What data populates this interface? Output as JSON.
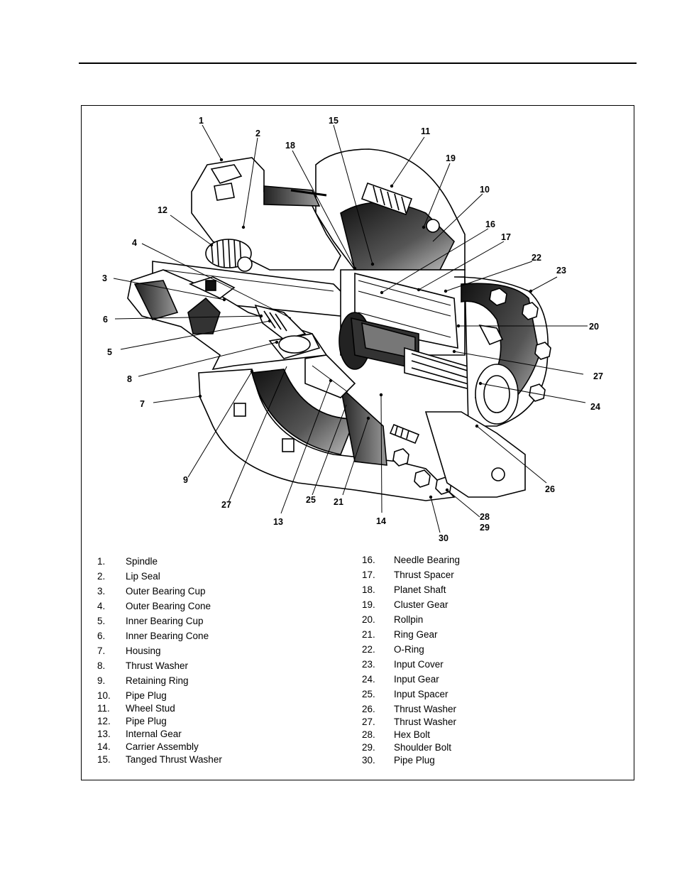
{
  "figure": {
    "callouts": [
      {
        "id": "c1",
        "text": "1"
      },
      {
        "id": "c2",
        "text": "2"
      },
      {
        "id": "c3",
        "text": "3"
      },
      {
        "id": "c4",
        "text": "4"
      },
      {
        "id": "c5",
        "text": "5"
      },
      {
        "id": "c6",
        "text": "6"
      },
      {
        "id": "c7",
        "text": "7"
      },
      {
        "id": "c8",
        "text": "8"
      },
      {
        "id": "c9",
        "text": "9"
      },
      {
        "id": "c10",
        "text": "10"
      },
      {
        "id": "c11",
        "text": "11"
      },
      {
        "id": "c12",
        "text": "12"
      },
      {
        "id": "c13",
        "text": "13"
      },
      {
        "id": "c14",
        "text": "14"
      },
      {
        "id": "c15",
        "text": "15"
      },
      {
        "id": "c16",
        "text": "16"
      },
      {
        "id": "c17",
        "text": "17"
      },
      {
        "id": "c18",
        "text": "18"
      },
      {
        "id": "c19",
        "text": "19"
      },
      {
        "id": "c20",
        "text": "20"
      },
      {
        "id": "c21",
        "text": "21"
      },
      {
        "id": "c22",
        "text": "22"
      },
      {
        "id": "c23",
        "text": "23"
      },
      {
        "id": "c24",
        "text": "24"
      },
      {
        "id": "c25",
        "text": "25"
      },
      {
        "id": "c26",
        "text": "26"
      },
      {
        "id": "c27a",
        "text": "27"
      },
      {
        "id": "c27b",
        "text": "27"
      },
      {
        "id": "c28",
        "text": "28"
      },
      {
        "id": "c29",
        "text": "29"
      },
      {
        "id": "c30",
        "text": "30"
      }
    ]
  },
  "legend": {
    "left": [
      {
        "num": "1.",
        "name": "Spindle"
      },
      {
        "num": "2.",
        "name": "Lip Seal"
      },
      {
        "num": "3.",
        "name": "Outer Bearing Cup"
      },
      {
        "num": "4.",
        "name": "Outer Bearing Cone"
      },
      {
        "num": "5.",
        "name": "Inner Bearing Cup"
      },
      {
        "num": "6.",
        "name": "Inner Bearing Cone"
      },
      {
        "num": "7.",
        "name": "Housing"
      },
      {
        "num": "8.",
        "name": "Thrust Washer"
      },
      {
        "num": "9.",
        "name": "Retaining Ring"
      },
      {
        "num": "10.",
        "name": "Pipe Plug"
      },
      {
        "num": "11.",
        "name": "Wheel Stud"
      },
      {
        "num": "12.",
        "name": "Pipe Plug"
      },
      {
        "num": "13.",
        "name": "Internal Gear"
      },
      {
        "num": "14.",
        "name": "Carrier Assembly"
      },
      {
        "num": "15.",
        "name": "Tanged Thrust Washer"
      }
    ],
    "right": [
      {
        "num": "16.",
        "name": "Needle Bearing"
      },
      {
        "num": "17.",
        "name": "Thrust Spacer"
      },
      {
        "num": "18.",
        "name": "Planet Shaft"
      },
      {
        "num": "19.",
        "name": "Cluster Gear"
      },
      {
        "num": "20.",
        "name": "Rollpin"
      },
      {
        "num": "21.",
        "name": "Ring Gear"
      },
      {
        "num": "22.",
        "name": "O-Ring"
      },
      {
        "num": "23.",
        "name": "Input Cover"
      },
      {
        "num": "24.",
        "name": "Input Gear"
      },
      {
        "num": "25.",
        "name": "Input Spacer"
      },
      {
        "num": "26.",
        "name": "Thrust Washer"
      },
      {
        "num": "27.",
        "name": "Thrust Washer"
      },
      {
        "num": "28.",
        "name": "Hex Bolt"
      },
      {
        "num": "29.",
        "name": "Shoulder Bolt"
      },
      {
        "num": "30.",
        "name": "Pipe Plug"
      }
    ]
  }
}
